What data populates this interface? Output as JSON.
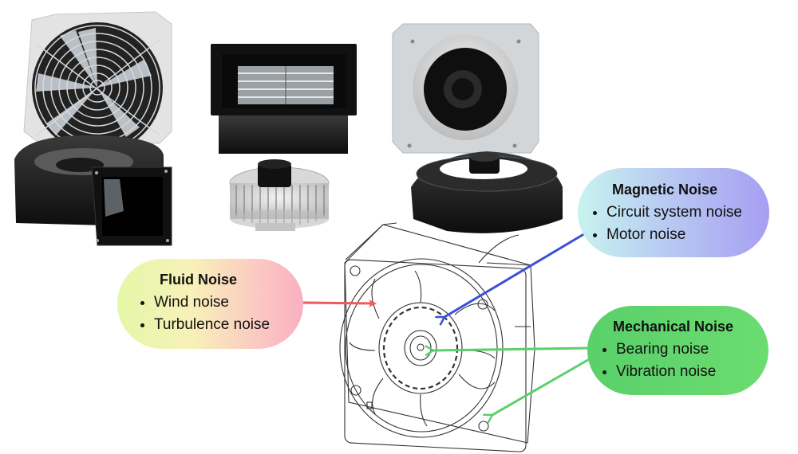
{
  "products": [
    {
      "name": "axial-fan-with-grille",
      "description": "Axial fan with wire guard"
    },
    {
      "name": "centrifugal-blower-black",
      "description": "Black centrifugal blower housing"
    },
    {
      "name": "cross-flow-blower",
      "description": "Dual-outlet cross-flow blower"
    },
    {
      "name": "forward-curved-impeller",
      "description": "Metal forward-curved impeller wheel"
    },
    {
      "name": "backward-curved-fan-panel",
      "description": "Backward-curved fan mounted on plate"
    },
    {
      "name": "backward-curved-impeller",
      "description": "Black plastic backward-curved impeller"
    }
  ],
  "diagram": {
    "center": "axial-fan-line-drawing",
    "callouts": {
      "fluid": {
        "title": "Fluid Noise",
        "items": [
          "Wind noise",
          "Turbulence noise"
        ],
        "arrow_color": "#ef5a5a",
        "gradient": [
          "#e4f7a8",
          "#fab0c0"
        ]
      },
      "magnetic": {
        "title": "Magnetic Noise",
        "items": [
          "Circuit system noise",
          "Motor noise"
        ],
        "arrow_color": "#3b4fd8",
        "gradient": [
          "#c8f3ef",
          "#a79ef3"
        ]
      },
      "mechanical": {
        "title": "Mechanical Noise",
        "items": [
          "Bearing noise",
          "Vibration noise"
        ],
        "arrow_color": "#5ad06a",
        "gradient": [
          "#5ad06a",
          "#6bdc70"
        ]
      }
    }
  }
}
